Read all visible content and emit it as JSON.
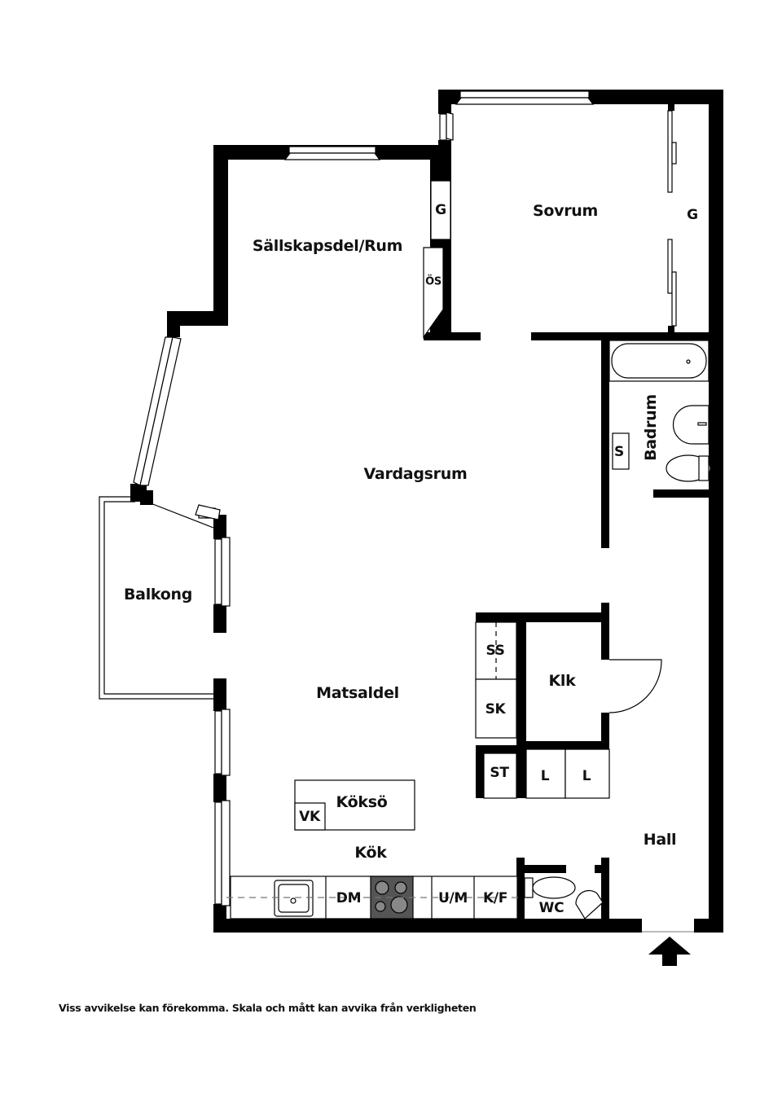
{
  "floorplan": {
    "rooms": {
      "sallskapsdel": "Sällskapsdel/Rum",
      "sovrum": "Sovrum",
      "vardagsrum": "Vardagsrum",
      "balkong": "Balkong",
      "matsaldel": "Matsaldel",
      "kok": "Kök",
      "koksö": "Köksö",
      "badrum": "Badrum",
      "klk": "Klk",
      "hall": "Hall",
      "wc": "WC"
    },
    "fixtures": {
      "garderob_left": "G",
      "garderob_right": "G",
      "ovre_skap": "ÖS",
      "stadskap": "S",
      "ss": "SS",
      "sk": "SK",
      "st": "ST",
      "l1": "L",
      "l2": "L",
      "vk": "VK",
      "dm": "DM",
      "um": "U/M",
      "kf": "K/F"
    },
    "entrance": "entrance-arrow",
    "colors": {
      "wall": "#000000",
      "background": "#ffffff",
      "stove": "#555555",
      "burner": "#888888"
    }
  },
  "disclaimer": "Viss avvikelse kan förekomma. Skala och mått kan avvika från verkligheten"
}
